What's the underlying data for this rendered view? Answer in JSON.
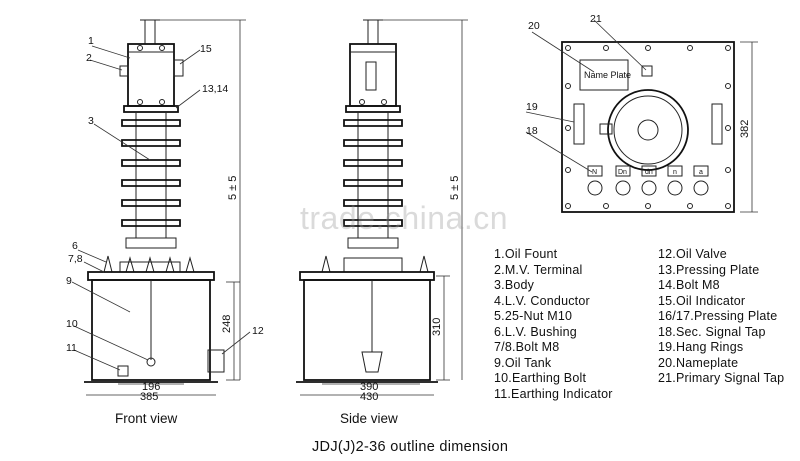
{
  "watermark": "trade.china.cn",
  "captions": {
    "front": "Front view",
    "side": "Side view",
    "title": "JDJ(J)2-36 outline dimension"
  },
  "dimensions": {
    "front_width_inner": "196",
    "front_width_outer": "385",
    "front_tank_height": "248",
    "front_total_height": "5 ± 5",
    "side_width_inner": "390",
    "side_width_outer": "430",
    "side_tank_height": "310",
    "side_total_height": "5 ± 5",
    "top_view_height": "382"
  },
  "callouts": {
    "front": [
      "1",
      "2",
      "15",
      "13,14",
      "3",
      "6",
      "7,8",
      "9",
      "10",
      "11",
      "12"
    ],
    "top": [
      "20",
      "21",
      "19",
      "18"
    ]
  },
  "nameplate_text": "Name Plate",
  "terminals": [
    "N",
    "Dn",
    "dn",
    "n",
    "a"
  ],
  "legend_left": [
    "1.Oil Fount",
    "2.M.V. Terminal",
    "3.Body",
    "4.L.V. Conductor",
    "5.25-Nut M10",
    "6.L.V. Bushing",
    "7/8.Bolt M8",
    "9.Oil Tank",
    "10.Earthing Bolt",
    "11.Earthing Indicator"
  ],
  "legend_right": [
    "12.Oil Valve",
    "13.Pressing Plate",
    "14.Bolt M8",
    "15.Oil Indicator",
    "16/17.Pressing Plate",
    "18.Sec. Signal Tap",
    "19.Hang Rings",
    "20.Nameplate",
    "21.Primary Signal Tap"
  ]
}
